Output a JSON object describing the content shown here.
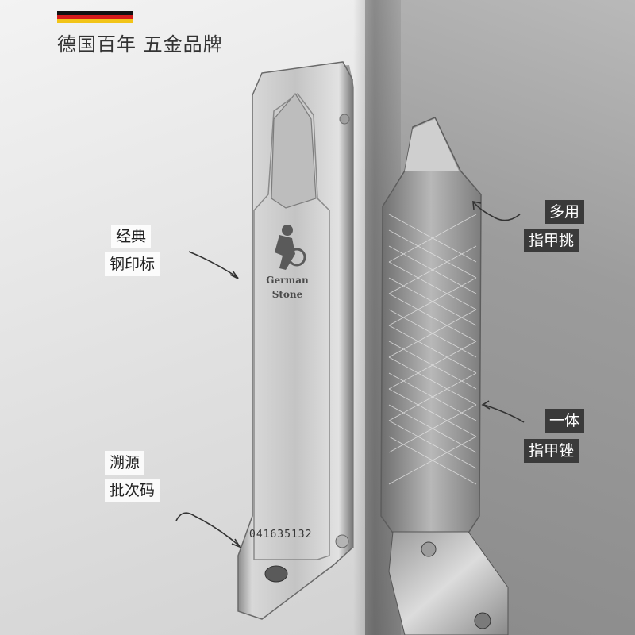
{
  "flag_colors": [
    "#111111",
    "#d61b1b",
    "#f2c418"
  ],
  "headline": "德国百年 五金品牌",
  "callouts": {
    "logo_line1": "经典",
    "logo_line2": "钢印标",
    "batch_line1": "溯源",
    "batch_line2": "批次码",
    "pick_line1": "多用",
    "pick_line2": "指甲挑",
    "file_line1": "一体",
    "file_line2": "指甲锉"
  },
  "product": {
    "brand_line1": "German",
    "brand_line2": "Stone",
    "serial": "041635132"
  }
}
